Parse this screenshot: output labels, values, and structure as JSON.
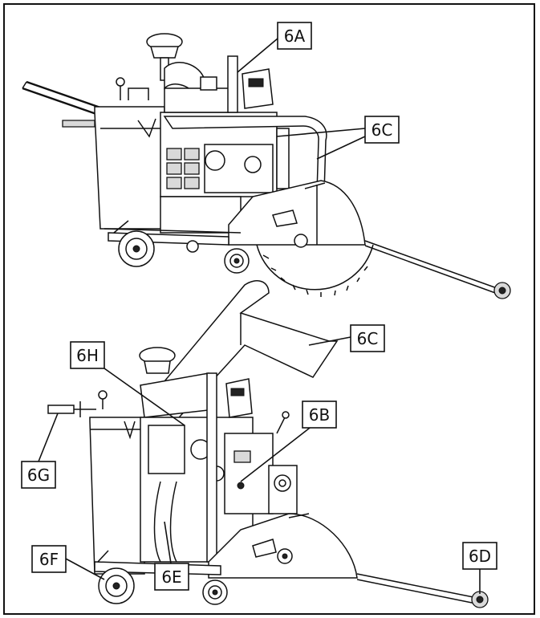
{
  "callouts": [
    {
      "id": "6A",
      "label": "6A"
    },
    {
      "id": "6C_top",
      "label": "6C"
    },
    {
      "id": "6C_bottom",
      "label": "6C"
    },
    {
      "id": "6H",
      "label": "6H"
    },
    {
      "id": "6B",
      "label": "6B"
    },
    {
      "id": "6G",
      "label": "6G"
    },
    {
      "id": "6D",
      "label": "6D"
    },
    {
      "id": "6F",
      "label": "6F"
    },
    {
      "id": "6E",
      "label": "6E"
    }
  ],
  "colors": {
    "line": "#111111",
    "background": "#ffffff",
    "shade": "#d9d9d9"
  }
}
